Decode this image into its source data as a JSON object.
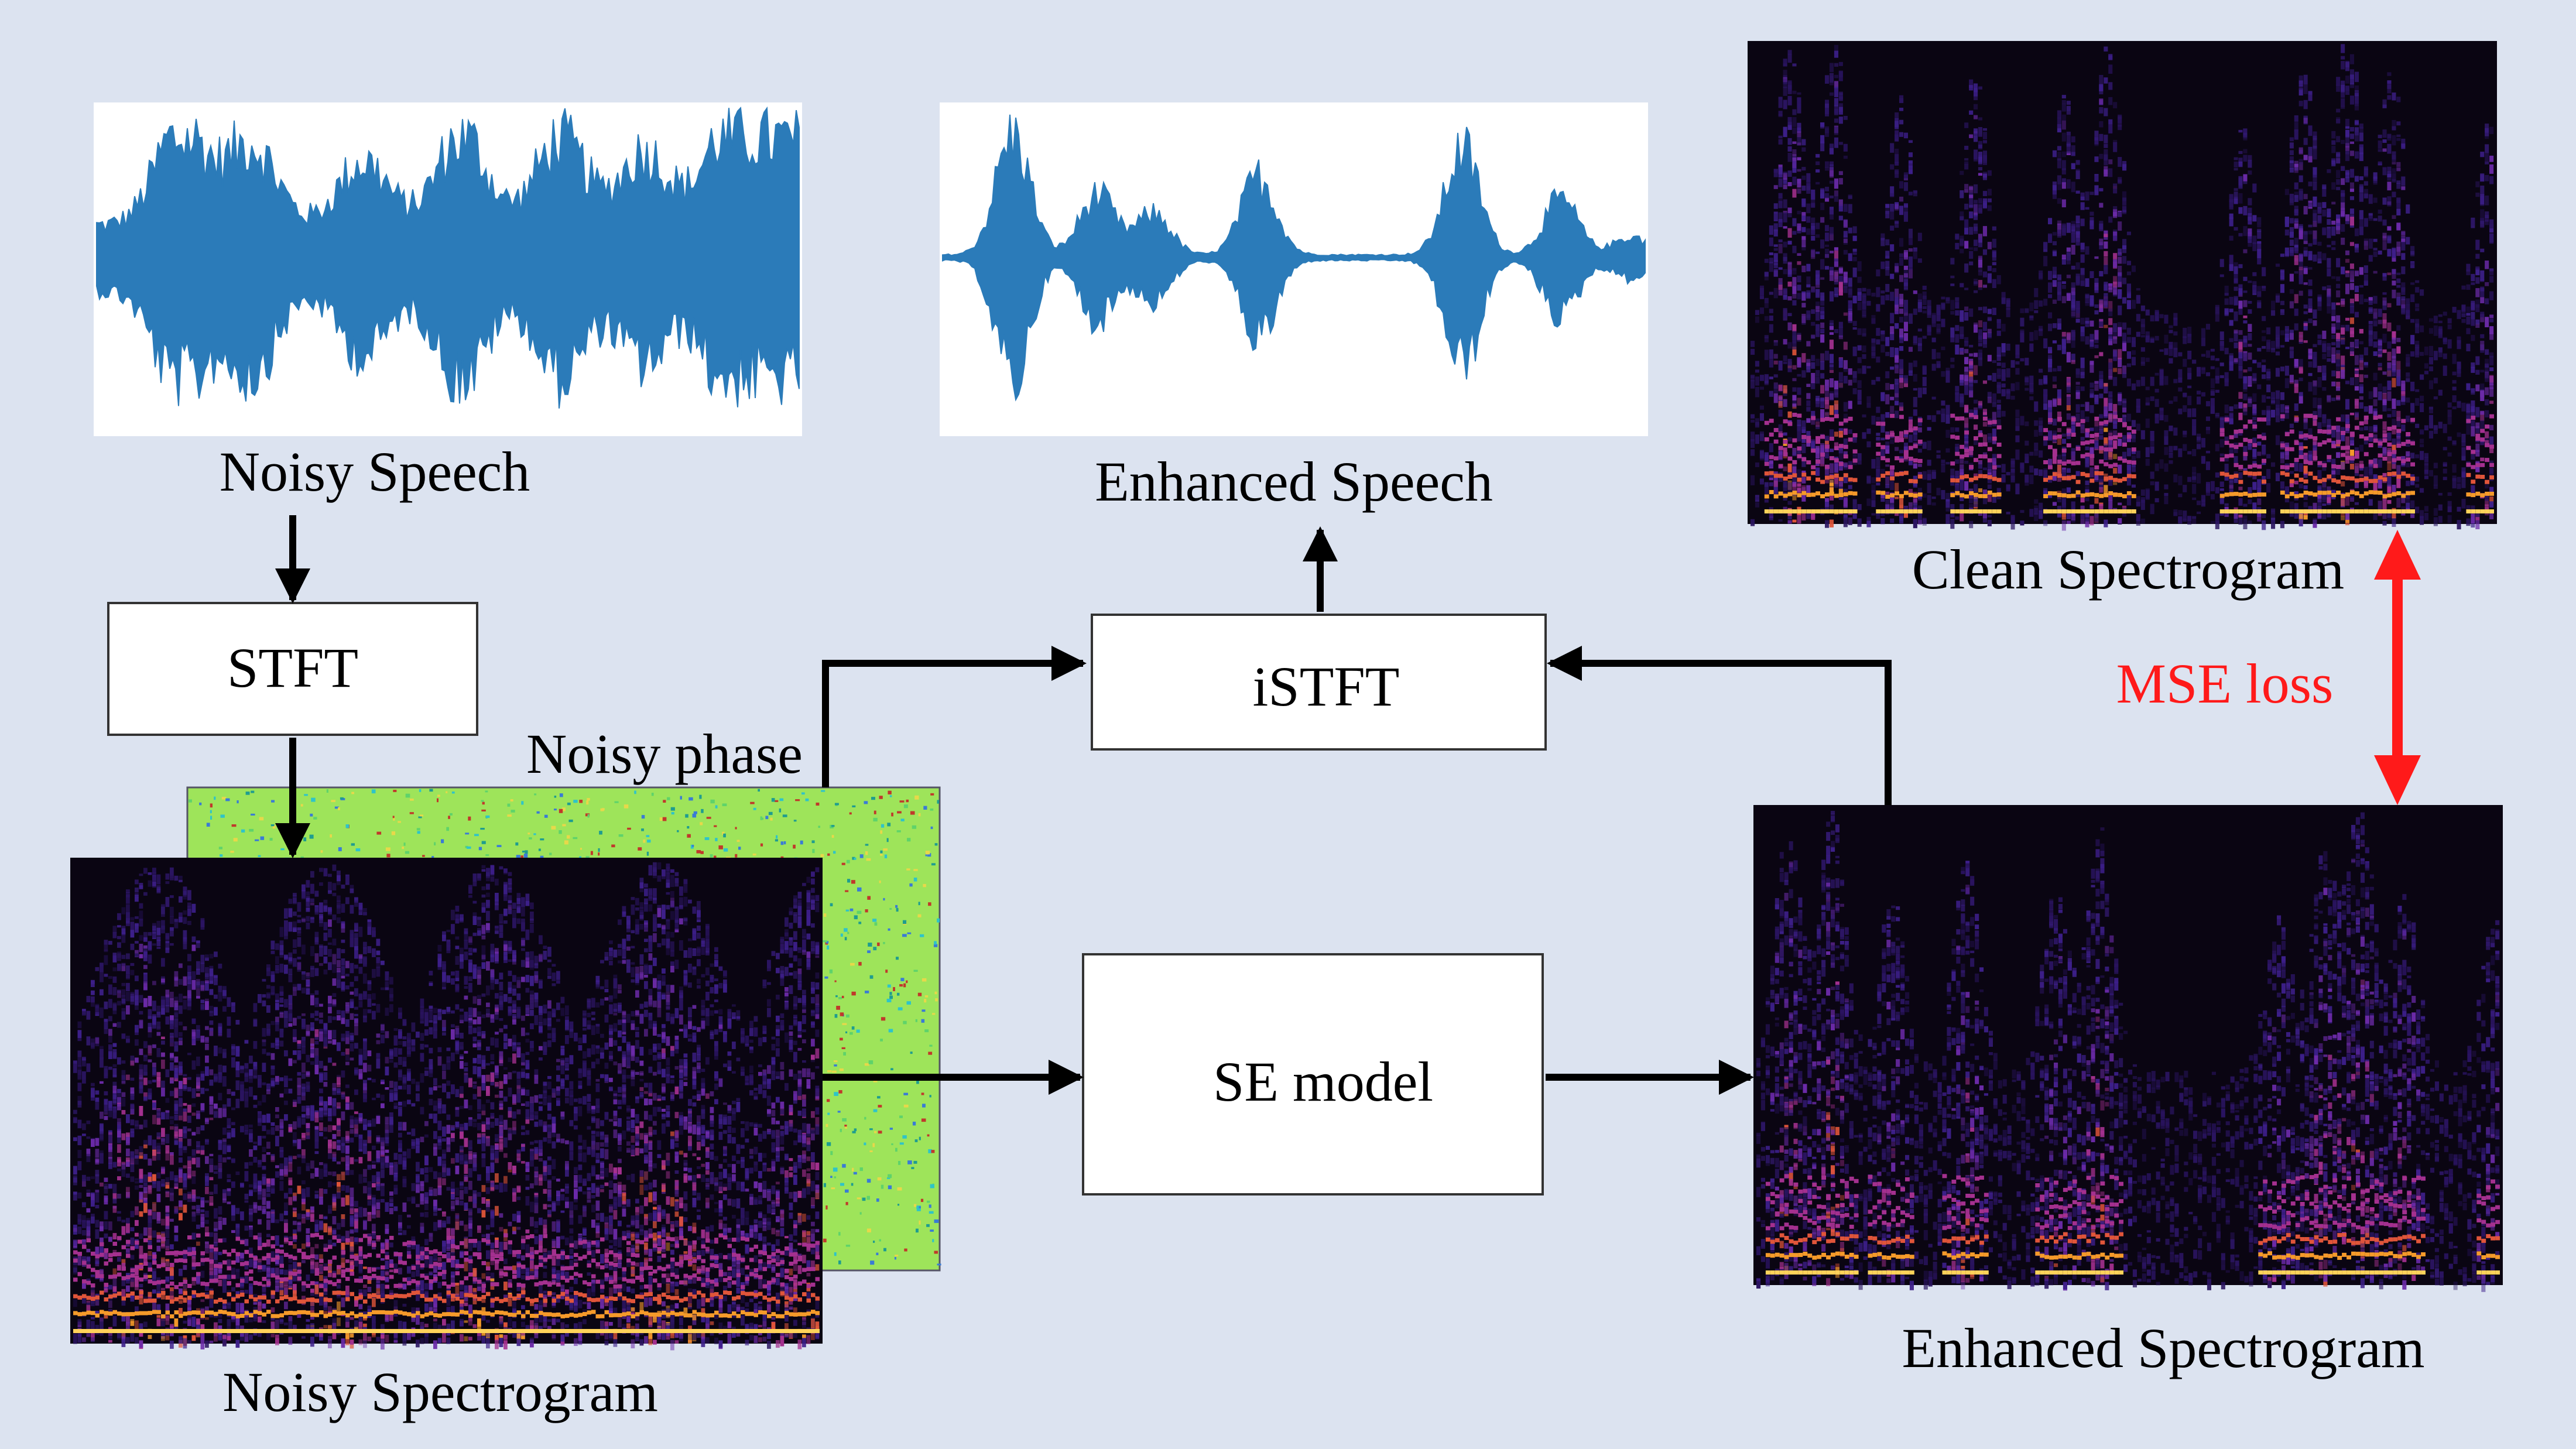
{
  "colors": {
    "background": "#dce3f0",
    "waveform": "#2b7bb9",
    "loss": "#ff1a1a",
    "arrow": "#000000",
    "box_fill": "#ffffff",
    "spectrogram_bg": "#0a0512",
    "phase_base": "#9ee45a"
  },
  "labels": {
    "noisy_speech": "Noisy Speech",
    "enhanced_speech": "Enhanced Speech",
    "clean_spectrogram": "Clean Spectrogram",
    "noisy_phase": "Noisy phase",
    "noisy_spectrogram": "Noisy Spectrogram",
    "enhanced_spectrogram": "Enhanced Spectrogram",
    "mse_loss": "MSE loss"
  },
  "boxes": {
    "stft": "STFT",
    "istft": "iSTFT",
    "se_model": "SE model"
  },
  "icons": {
    "noisy_waveform": "noisy-waveform-icon",
    "enhanced_waveform": "enhanced-waveform-icon",
    "clean_spectrogram": "clean-spectrogram-image",
    "noisy_spectrogram": "noisy-spectrogram-image",
    "enhanced_spectrogram": "enhanced-spectrogram-image",
    "noisy_phase": "noisy-phase-image"
  }
}
